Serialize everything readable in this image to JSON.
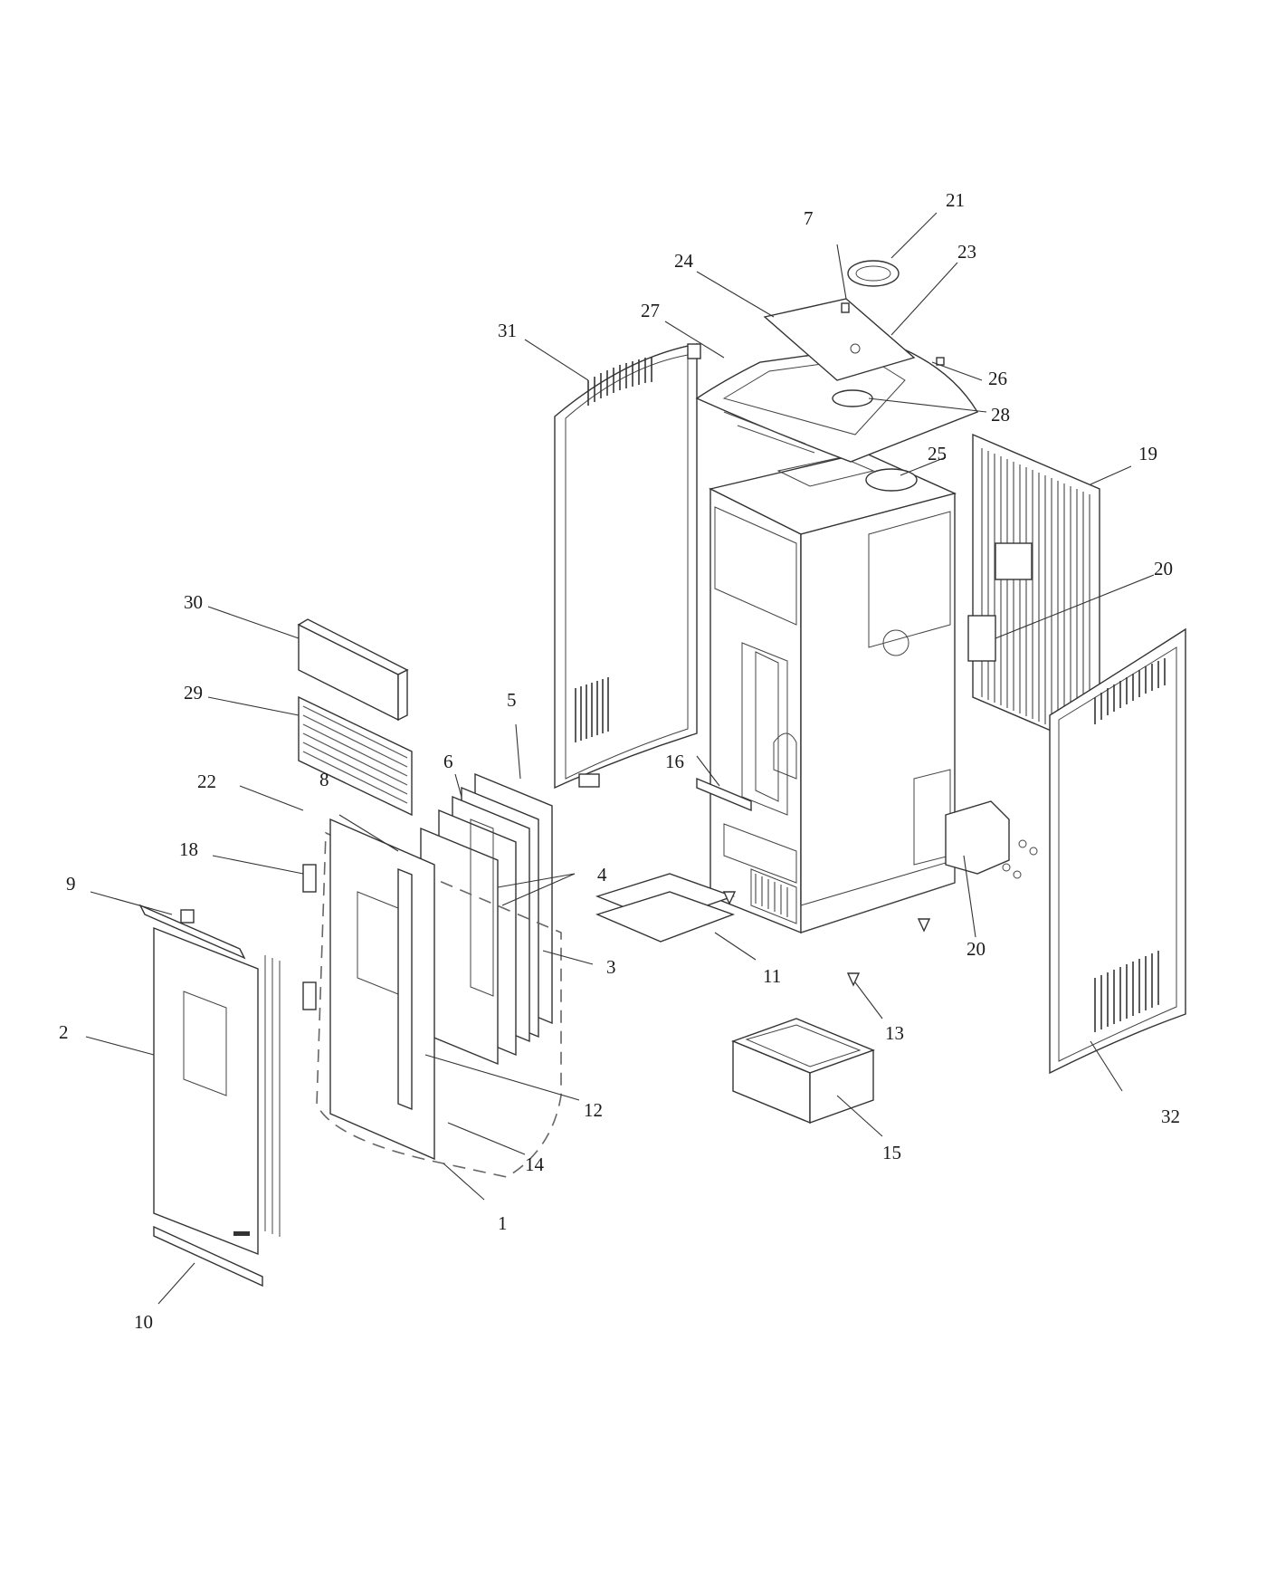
{
  "labels": {
    "p1": "1",
    "p2": "2",
    "p3": "3",
    "p4": "4",
    "p5": "5",
    "p6": "6",
    "p7": "7",
    "p8": "8",
    "p9": "9",
    "p10": "10",
    "p11": "11",
    "p12": "12",
    "p13": "13",
    "p14": "14",
    "p15": "15",
    "p16": "16",
    "p18": "18",
    "p19": "19",
    "p20a": "20",
    "p20b": "20",
    "p21": "21",
    "p22": "22",
    "p23": "23",
    "p24": "24",
    "p25": "25",
    "p26": "26",
    "p27": "27",
    "p28": "28",
    "p29": "29",
    "p30": "30",
    "p31": "31",
    "p32": "32"
  }
}
